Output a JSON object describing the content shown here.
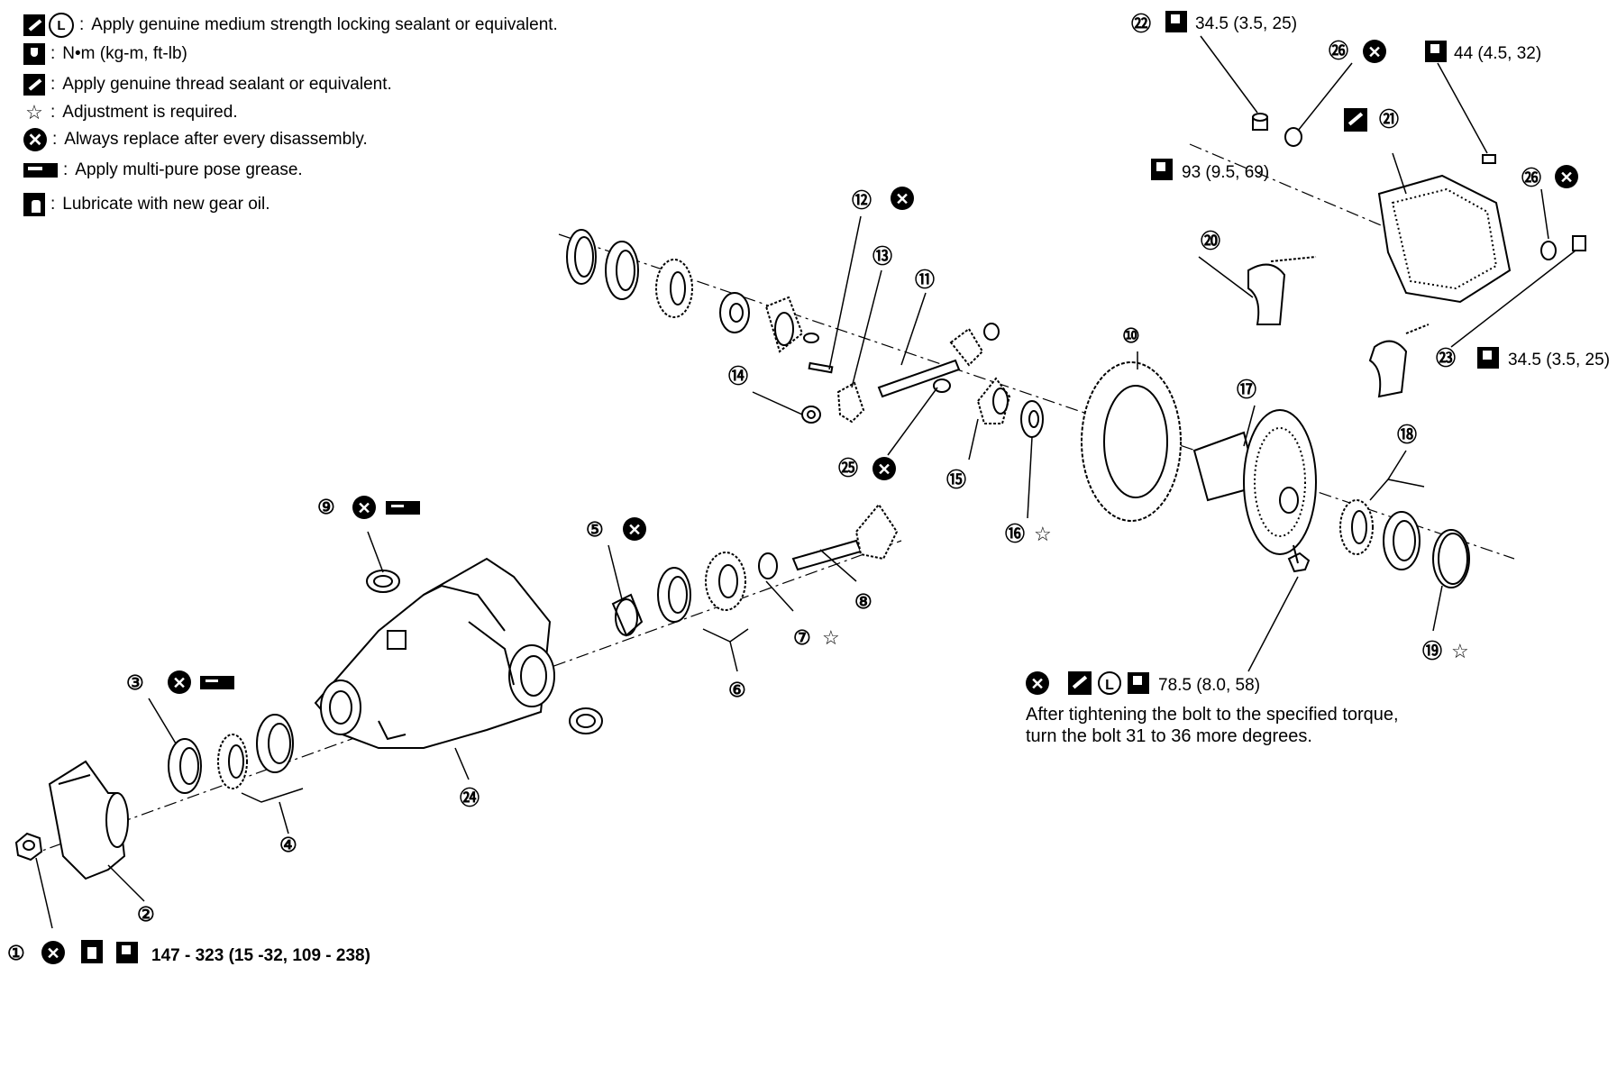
{
  "legend": [
    {
      "id": "lock-sealant",
      "icons": [
        "pen-icon",
        "lock-l-icon"
      ],
      "text": "Apply genuine medium strength locking sealant or equivalent."
    },
    {
      "id": "torque",
      "icons": [
        "torque-wrench-icon"
      ],
      "text": "N•m  (kg-m,  ft-lb)"
    },
    {
      "id": "thread-sealant",
      "icons": [
        "pen-icon"
      ],
      "text": "Apply genuine thread sealant or equivalent."
    },
    {
      "id": "adjustment",
      "icons": [
        "star-icon"
      ],
      "text": "Adjustment is required."
    },
    {
      "id": "replace",
      "icons": [
        "replace-x-icon"
      ],
      "text": "Always replace after every disassembly."
    },
    {
      "id": "grease",
      "icons": [
        "grease-icon"
      ],
      "text": "Apply multi-pure pose grease."
    },
    {
      "id": "gear-oil",
      "icons": [
        "oil-can-icon"
      ],
      "text": "Lubricate with new gear oil."
    }
  ],
  "callouts": {
    "torque_22": "34.5 (3.5, 25)",
    "torque_44": "44 (4.5, 32)",
    "torque_93": "93 (9.5, 69)",
    "torque_23": "34.5 (3.5, 25)",
    "torque_1": "147 - 323 (15 -32, 109 - 238)",
    "torque_bolt": "78.5 (8.0, 58)",
    "bolt_note_line1": "After tightening the bolt to the specified torque,",
    "bolt_note_line2": "turn the bolt 31 to 36 more degrees."
  },
  "parts": [
    {
      "n": "①",
      "label": "1"
    },
    {
      "n": "②",
      "label": "2"
    },
    {
      "n": "③",
      "label": "3"
    },
    {
      "n": "④",
      "label": "4"
    },
    {
      "n": "⑤",
      "label": "5"
    },
    {
      "n": "⑥",
      "label": "6"
    },
    {
      "n": "⑦",
      "label": "7"
    },
    {
      "n": "⑧",
      "label": "8"
    },
    {
      "n": "⑨",
      "label": "9"
    },
    {
      "n": "⑩",
      "label": "10"
    },
    {
      "n": "⑪",
      "label": "11"
    },
    {
      "n": "⑫",
      "label": "12"
    },
    {
      "n": "⑬",
      "label": "13"
    },
    {
      "n": "⑭",
      "label": "14"
    },
    {
      "n": "⑮",
      "label": "15"
    },
    {
      "n": "⑯",
      "label": "16"
    },
    {
      "n": "⑰",
      "label": "17"
    },
    {
      "n": "⑱",
      "label": "18"
    },
    {
      "n": "⑲",
      "label": "19"
    },
    {
      "n": "⑳",
      "label": "20"
    },
    {
      "n": "㉑",
      "label": "21"
    },
    {
      "n": "㉒",
      "label": "22"
    },
    {
      "n": "㉓",
      "label": "23"
    },
    {
      "n": "㉔",
      "label": "24"
    },
    {
      "n": "㉕",
      "label": "25"
    },
    {
      "n": "㉖",
      "label": "26"
    }
  ],
  "symbols": {
    "replace": "✕",
    "star": "☆",
    "lock": "L"
  }
}
